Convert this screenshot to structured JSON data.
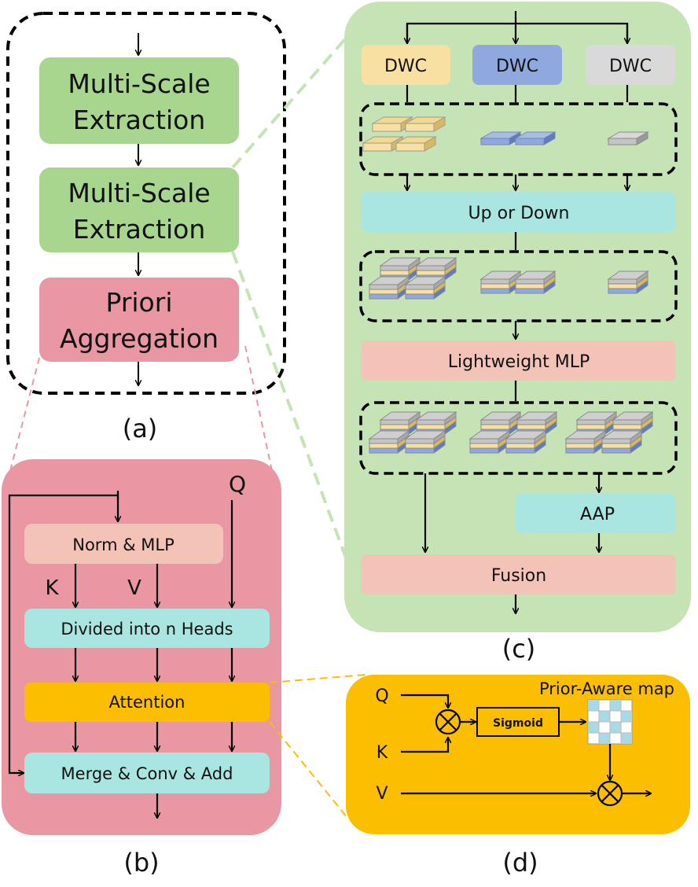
{
  "panel_a": {
    "box1": "Multi-Scale Extraction",
    "box1_l1": "Multi-Scale",
    "box1_l2": "Extraction",
    "box2_l1": "Multi-Scale",
    "box2_l2": "Extraction",
    "box3_l1": "Priori",
    "box3_l2": "Aggregation",
    "caption": "(a)"
  },
  "panel_b": {
    "norm": "Norm & MLP",
    "k": "K",
    "v": "V",
    "q": "Q",
    "divided": "Divided into n Heads",
    "attention": "Attention",
    "merge": "Merge & Conv & Add",
    "caption": "(b)"
  },
  "panel_c": {
    "dwc1": "DWC",
    "dwc2": "DWC",
    "dwc3": "DWC",
    "updown": "Up or Down",
    "mlp": "Lightweight MLP",
    "aap": "AAP",
    "fusion": "Fusion",
    "caption": "(c)"
  },
  "panel_d": {
    "title": "Prior-Aware map",
    "q": "Q",
    "k": "K",
    "v": "V",
    "sigmoid": "Sigmoid",
    "caption": "(d)"
  },
  "colors": {
    "green_box": "#a8d68e",
    "green_panel": "#c6e3b6",
    "pink_panel": "#e897a3",
    "pink_box": "#f3c3b7",
    "cyan_box": "#a9e6e2",
    "orange": "#fcbe00",
    "yellow_dwc": "#f8e0a3",
    "blue_dwc": "#8fa9de",
    "gray_dwc": "#d9d9d9"
  }
}
